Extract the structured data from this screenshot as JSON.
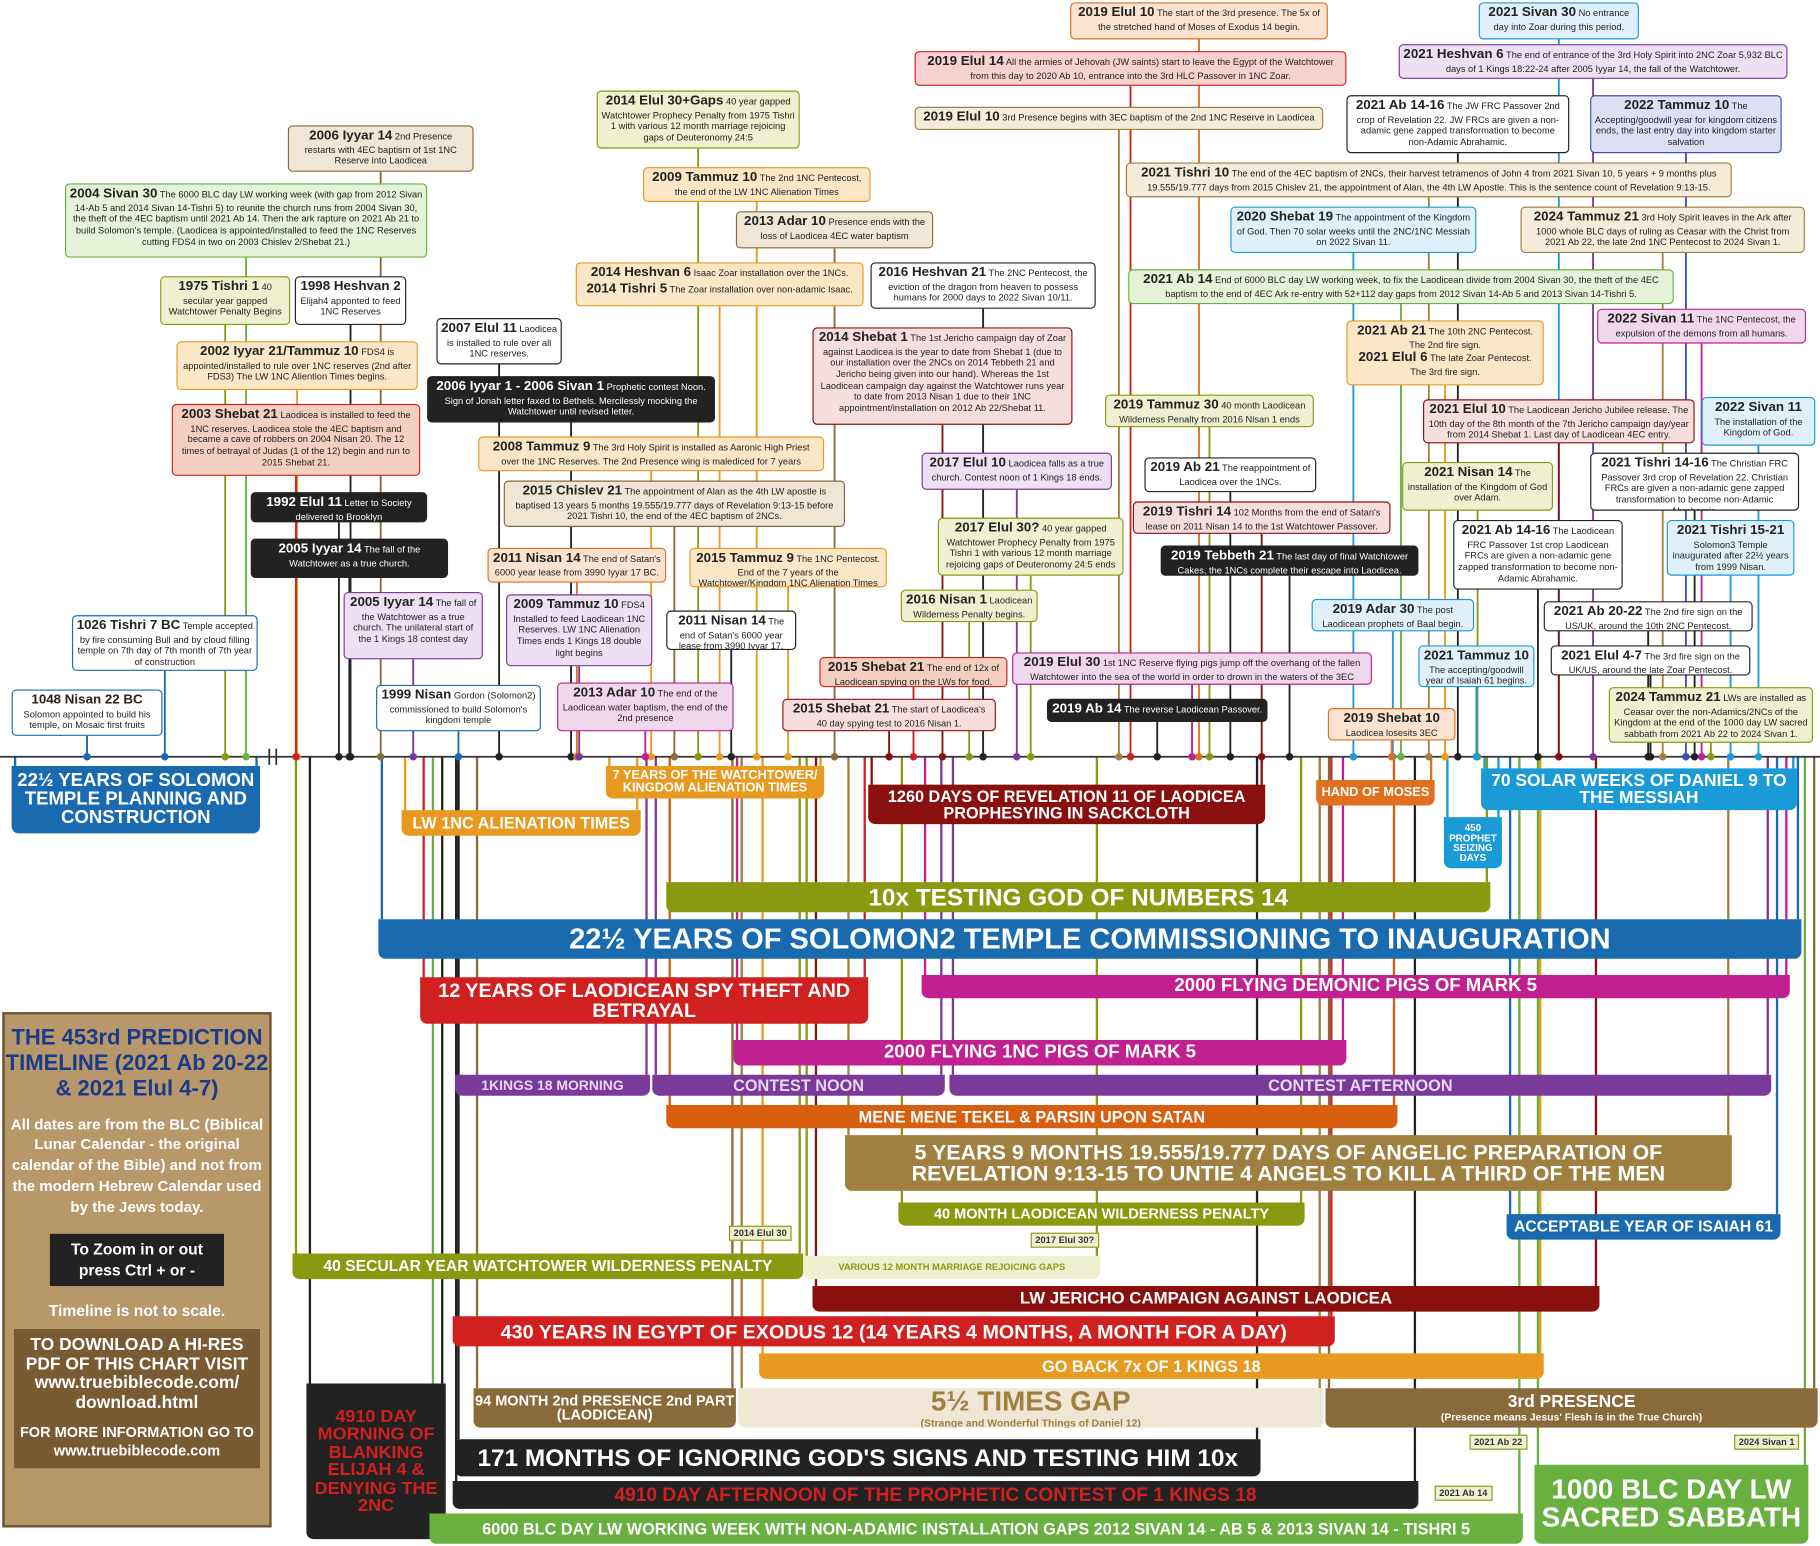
{
  "colors": {
    "orange": "#e07020",
    "sky": "#1a9ad6",
    "red": "#d02020",
    "purple": "#7a3a9a",
    "olive": "#8a9a10",
    "navy": "#1a6ab0",
    "tan": "#a08040",
    "brown": "#8a6a3a",
    "yellow": "#e89a20",
    "green": "#6ab040",
    "magenta": "#c02090",
    "darkred": "#8a1010",
    "black": "#222222"
  },
  "events": [
    {
      "date": "2019 Elul 10",
      "text": "The start of the 3rd presence. The 5x of the stretched hand of Moses of Exodus 14 begin."
    },
    {
      "date": "2021 Sivan 30",
      "text": "No entrance day into Zoar during this period."
    },
    {
      "date": "2019 Elul 14",
      "text": "All the armies of Jehovah (JW saints) start to leave the Egypt of the Watchtower from this day to 2020 Ab 10, entrance into the 3rd HLC Passover in 1NC Zoar."
    },
    {
      "date": "2021 Heshvan 6",
      "text": "The end of entrance of the 3rd Holy Spirit into 2NC Zoar 5,932 BLC days of 1 Kings 18:22-24 after 2005 Iyyar 14, the fall of the Watchtower."
    },
    {
      "date": "2014 Elul 30+Gaps",
      "text": "40 year gapped Watchtower Prophecy Penalty from 1975 Tishri 1 with various 12 month marriage rejoicing gaps of Deuteronomy 24:5"
    },
    {
      "date": "2021 Ab 14-16",
      "text": "The JW FRC Passover 2nd crop of Revelation 22. JW FRCs are given a non-adamic gene zapped transformation to become non-Adamic Abrahamic."
    },
    {
      "date": "2022 Tammuz 10",
      "text": "The Accepting/goodwill year for kingdom citizens ends, the last entry day into kingdom starter salvation"
    },
    {
      "date": "2019 Elul 10",
      "text": "3rd Presence begins with 3EC baptism of the 2nd 1NC Reserve in Laodicea"
    },
    {
      "date": "2006 Iyyar 14",
      "text": "2nd Presence restarts with 4EC baptism of 1st 1NC Reserve into Laodicea"
    },
    {
      "date": "2009 Tammuz 10",
      "text": "The 2nd 1NC Pentecost, the end of the LW 1NC Alienation Times"
    },
    {
      "date": "2021 Tishri 10",
      "text": "The end of the 4EC baptism of 2NCs, their harvest tetramenos of John 4 from 2021 Sivan 10, 5 years + 9 months plus 19.555/19.777 days from 2015 Chislev 21, the appointment of Alan, the 4th LW Apostle. This is the sentence count of Revelation 9:13-15."
    },
    {
      "date": "2004 Sivan 30",
      "text": "The 6000 BLC day LW working week (with gap from 2012 Sivan 14-Ab 5 and 2014 Sivan 14-Tishri 5) to reunite the church runs from 2004 Sivan 30, the theft of the 4EC baptism until 2021 Ab 14. Then the ark rapture on 2021 Ab 21 to build Solomon's temple. (Laodicea is appointed/installed to feed the 1NC Reserves cutting FDS4 in two on 2003 Chislev 2/Shebat 21.)"
    },
    {
      "date": "2013 Adar 10",
      "text": "Presence ends with the loss of Laodicea 4EC water baptism"
    },
    {
      "date": "2020 Shebat 19",
      "text": "The appointment of the Kingdom of God. Then 70 solar weeks until the 2NC/1NC Messiah on 2022 Sivan 11."
    },
    {
      "date": "2024 Tammuz 21",
      "text": "3rd Holy Spirit leaves in the Ark after 1000 whole BLC days of ruling as Ceasar with the Christ from 2021 Ab 22, the late 2nd 1NC Pentecost to 2024 Sivan 1."
    },
    {
      "date": "2014 Heshvan 6",
      "text": "Isaac Zoar installation over the 1NCs.",
      "date2": "2014 Tishri 5",
      "text2": "The Zoar installation over non-adamic Isaac."
    },
    {
      "date": "2016 Heshvan 21",
      "text": "The 2NC Pentecost, the eviction of the dragon from heaven to possess humans for 2000 days to 2022 Sivan 10/11."
    },
    {
      "date": "2021 Ab 14",
      "text": "End of 6000 BLC day LW working week, to fix the Laodicean divide from 2004 Sivan 30, the theft of the 4EC baptism to the end of 4EC Ark re-entry with 52+112 day gaps from 2012 Sivan 14-Ab 5 and 2013 Sivan 14-Tishri 5."
    },
    {
      "date": "1975 Tishri 1",
      "text": "40 secular year gapped Watchtower Penalty Begins"
    },
    {
      "date": "1998 Heshvan 2",
      "text": "Elijah4 apponted to feed 1NC Reserves"
    },
    {
      "date": "2007 Elul 11",
      "text": "Laodicea is installed to rule over all 1NC reserves."
    },
    {
      "date": "2022 Sivan 11",
      "text": "The 1NC Pentecost, the expulsion of the demons from all humans."
    },
    {
      "date": "2021 Ab 21",
      "text": "The 10th 2NC Pentecost. The 2nd fire sign.",
      "date2": "2021 Elul 6",
      "text2": "The late Zoar Pentecost. The 3rd fire sign."
    },
    {
      "date": "2014 Shebat 1",
      "text": "The 1st Jericho campaign day of Zoar against Laodicea is the year to date from Shebat 1 (due to our installation over the 2NCs on 2014 Tebbeth 21 and Jericho being given into our hand). Whereas the 1st Laodicean campaign day against the Watchtower runs year to date from 2013 Nisan 1 due to their 1NC appointment/installation on 2012 Ab 22/Shebat 11."
    },
    {
      "date": "2002 Iyyar 21/Tammuz 10",
      "text": "FDS4 is appointed/installed to rule over 1NC reserves (2nd after FDS3) The LW 1NC Aliention Times begins."
    },
    {
      "date": "2006 Iyyar 1 - 2006 Sivan 1",
      "text": "Prophetic contest Noon. Sign of Jonah letter faxed to Bethels. Mercilessly mocking the Watchtower until revised letter."
    },
    {
      "date": "2019 Tammuz 30",
      "text": "40 month Laodicean Wilderness Penalty from 2016 Nisan 1 ends"
    },
    {
      "date": "2021 Elul 10",
      "text": "The Laodicean Jericho Jubilee release. The 10th day of the 8th month of the 7th Jericho campaign day/year from 2014 Shebat 1. Last day of Laodicean 4EC entry."
    },
    {
      "date": "2022 Sivan 11",
      "text": "The installation of the Kingdom of God."
    },
    {
      "date": "2003 Shebat 21",
      "text": "Laodicea is installed to feed the 1NC reserves. Laodicea stole the 4EC baptism and became a cave of robbers on 2004 Nisan 20. The 12 times of betrayal of Judas (1 of the 12) begin and run to 2015 Shebat 21."
    },
    {
      "date": "2008 Tammuz 9",
      "text": "The 3rd Holy Spirit is installed as Aaronic High Priest over the 1NC Reserves. The 2nd Presence wing is malediced for 7 years"
    },
    {
      "date": "2017 Elul 10",
      "text": "Laodicea falls as a true church. Contest noon of 1 Kings 18 ends."
    },
    {
      "date": "2019 Ab 21",
      "text": "The reappointment of Laodicea over the 1NCs."
    },
    {
      "date": "2021 Tishri 14-16",
      "text": "The Christian FRC Passover 3rd crop of Revelation 22. Christian FRCs are given a non-adamic gene zapped transformation to become non-Adamic Abrahamic."
    },
    {
      "date": "2021 Nisan 14",
      "text": "The installation of the Kingdom of God over Adam."
    },
    {
      "date": "2015 Chislev 21",
      "text": "The appointment of Alan as the 4th LW apostle is baptised 13 years 5 months 19.555/19.777 days of Revelation 9:13-15 before 2021 Tishri 10, the end of the 4EC baptism of 2NCs."
    },
    {
      "date": "1992 Elul 11",
      "text": "Letter to Society delivered to Brooklyn"
    },
    {
      "date": "2019 Tishri 14",
      "text": "102 Months from the end of Satan's lease on 2011 Nisan 14 to the 1st Watchtower Passover."
    },
    {
      "date": "2017 Elul 30?",
      "text": "40 year gapped Watchtower Prophecy Penalty from 1975 Tishri 1 with various 12 month marriage rejoicing gaps of Deuteronomy 24:5 ends"
    },
    {
      "date": "2021 Ab 14-16",
      "text": "The Laodicean FRC Passover 1st crop Laodicean FRCs are given a non-adamic gene zapped transformation to become non-Adamic Abrahamic."
    },
    {
      "date": "2021 Tishri 15-21",
      "text": "Solomon3 Temple inaugurated after 22½ years from 1999 Nisan."
    },
    {
      "date": "2005 Iyyar 14",
      "text": "The fall of the Watchtower as a true church."
    },
    {
      "date": "2011 Nisan 14",
      "text": "The end of Satan's 6000 year lease from 3990 Iyyar 17 BC."
    },
    {
      "date": "2015 Tammuz 9",
      "text": "The 1NC Pentecost. End of the 7 years of the Watchtower/Kingdom 1NC Alienation Times"
    },
    {
      "date": "2019 Tebbeth 21",
      "text": "The last day of final Watchtower Cakes, the 1NCs complete their escape into Laodicea."
    },
    {
      "date": "2005 Iyyar 14",
      "text": "The fall of the Watchtower as a true church. The unilateral start of the 1 Kings 18 contest day"
    },
    {
      "date": "2009 Tammuz 10",
      "text": "FDS4 Installed to feed Laodicean 1NC Reserves. LW 1NC Alienation Times ends 1 Kings 18 double light begins"
    },
    {
      "date": "2016 Nisan 1",
      "text": "Laodicean Wilderness Penalty begins."
    },
    {
      "date": "2019 Adar 30",
      "text": "The post Laodicean prophets of Baal begin."
    },
    {
      "date": "2021 Ab 20-22",
      "text": "The 2nd fire sign on the US/UK, around the 10th 2NC Pentecost."
    },
    {
      "date": "1026 Tishri 7 BC",
      "text": "Temple accepted by fire consuming Bull and by cloud filling temple on 7th day of 7th month of 7th year of construction"
    },
    {
      "date": "2011 Nisan 14",
      "text": "The end of Satan's 6000 year lease from 3990 Iyyar 17."
    },
    {
      "date": "2021 Tammuz 10",
      "text": "The accepting/goodwill year of Isaiah 61 begins."
    },
    {
      "date": "2021 Elul 4-7",
      "text": "The 3rd fire sign on the UK/US, around the late Zoar Pentecost."
    },
    {
      "date": "2019 Elul 30",
      "text": "1st 1NC Reserve flying pigs jump off the overhang of the fallen Watchtower into the sea of the world in order to drown in the waters of the 3EC"
    },
    {
      "date": "2015 Shebat 21",
      "text": "The end of 12x of Laodicean spying on the LWs for food."
    },
    {
      "date": "1048 Nisan 22 BC",
      "text": "Solomon appointed to build his temple, on Mosaic first fruits"
    },
    {
      "date": "1999 Nisan",
      "text": "Gordon (Solomon2) commissioned to build Solomon's kingdom temple"
    },
    {
      "date": "2013 Adar 10",
      "text": "The end of the Laodicean water baptism, the end of the 2nd presence"
    },
    {
      "date": "2024 Tammuz 21",
      "text": "LWs are installed as Ceasar over the non-Adamics/2NCs of the Kingdom at the end of the 1000 day LW sacred sabbath from 2021 Ab 22 to 2024 Sivan 1."
    },
    {
      "date": "2015 Shebat 21",
      "text": "The start of Laodicea's 40 day spying test to 2016 Nisan 1."
    },
    {
      "date": "2019 Ab 14",
      "text": "The reverse Laodicean Passover."
    },
    {
      "date": "2019 Shebat 10",
      "text": "Laodicea losesits 3EC baptism."
    }
  ],
  "bars": [
    {
      "label": "22½ YEARS OF SOLOMON TEMPLE PLANNING AND CONSTRUCTION"
    },
    {
      "label": "LW 1NC ALIENATION TIMES"
    },
    {
      "label": "7 YEARS OF THE WATCHTOWER/ KINGDOM ALIENATION TIMES"
    },
    {
      "label": "1260 DAYS OF REVELATION 11 OF LAODICEA PROPHESYING IN SACKCLOTH"
    },
    {
      "label": "HAND OF MOSES"
    },
    {
      "label": "70 SOLAR WEEKS OF DANIEL 9 TO THE MESSIAH"
    },
    {
      "label": "450 PROPHET SEIZING DAYS"
    },
    {
      "label": "10x TESTING GOD OF NUMBERS 14"
    },
    {
      "label": "22½ YEARS OF SOLOMON2 TEMPLE COMMISSIONING TO INAUGURATION"
    },
    {
      "label": "12 YEARS OF LAODICEAN SPY THEFT AND BETRAYAL"
    },
    {
      "label": "2000 FLYING DEMONIC PIGS OF MARK 5"
    },
    {
      "label": "2000 FLYING 1NC PIGS OF MARK 5"
    },
    {
      "label": "1KINGS 18 MORNING"
    },
    {
      "label": "CONTEST NOON"
    },
    {
      "label": "CONTEST AFTERNOON"
    },
    {
      "label": "MENE MENE TEKEL & PARSIN UPON SATAN"
    },
    {
      "label": "5 YEARS 9 MONTHS 19.555/19.777 DAYS OF ANGELIC PREPARATION OF REVELATION 9:13-15 TO UNTIE 4 ANGELS TO KILL A THIRD OF THE MEN"
    },
    {
      "label": "40 MONTH LAODICEAN WILDERNESS PENALTY"
    },
    {
      "label": "ACCEPTABLE YEAR OF ISAIAH 61"
    },
    {
      "label": "40 SECULAR YEAR WATCHTOWER WILDERNESS PENALTY"
    },
    {
      "label": "VARIOUS 12 MONTH MARRIAGE REJOICING GAPS"
    },
    {
      "label": "LW JERICHO CAMPAIGN AGAINST LAODICEA"
    },
    {
      "label": "430 YEARS IN EGYPT OF EXODUS 12 (14 YEARS 4 MONTHS, A MONTH FOR A DAY)"
    },
    {
      "label": "GO BACK 7x OF 1 KINGS 18"
    },
    {
      "label": "94 MONTH 2nd PRESENCE 2nd PART (LAODICEAN)"
    },
    {
      "label": "5½ TIMES GAP",
      "sublabel": "(Strange and Wonderful Things of Daniel 12)"
    },
    {
      "label": "3rd PRESENCE",
      "sublabel": "(Presence means Jesus' Flesh is in the True Church)"
    },
    {
      "label": "171 MONTHS OF IGNORING GOD'S SIGNS AND TESTING HIM 10x"
    },
    {
      "label": "4910 DAY MORNING OF BLANKING ELIJAH 4 & DENYING THE 2NC"
    },
    {
      "label": "4910 DAY AFTERNOON OF THE PROPHETIC CONTEST OF 1 KINGS 18"
    },
    {
      "label": "6000 BLC DAY LW WORKING WEEK WITH NON-ADAMIC INSTALLATION GAPS 2012 SIVAN 14 - AB 5 & 2013 SIVAN 14 - TISHRI 5"
    },
    {
      "label": "1000 BLC DAY LW SACRED SABBATH"
    }
  ],
  "tags": [
    "2014 Elul 30",
    "2017 Elul 30?",
    "2021 Ab 22",
    "2024 Sivan 1",
    "2021 Ab 14"
  ],
  "panel": {
    "title": "THE 453rd PREDICTION TIMELINE (2021 Ab 20-22 & 2021 Elul 4-7)",
    "info": "All dates are from the BLC (Biblical Lunar Calendar - the original calendar of the Bible) and not from the modern Hebrew Calendar used by the Jews today.",
    "zoom": "To Zoom in or out press Ctrl + or -",
    "scale": "Timeline is not to scale.",
    "download": "TO DOWNLOAD A HI-RES PDF OF THIS CHART VISIT www.truebiblecode.com/ download.html",
    "more": "FOR MORE INFORMATION GO TO www.truebiblecode.com"
  }
}
